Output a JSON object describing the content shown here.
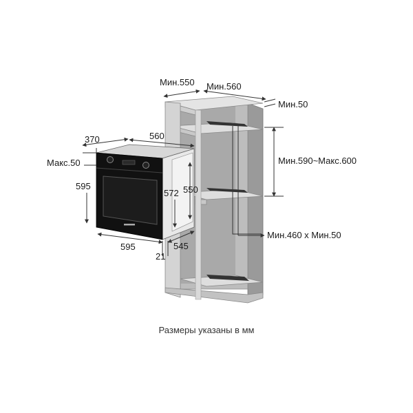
{
  "diagram": {
    "caption": "Размеры указаны в мм",
    "oven": {
      "depth_top": "370",
      "width_top": "560",
      "max_gap": "Макс.50",
      "height_front": "595",
      "height_inner": "572",
      "height_side": "550",
      "width_front": "595",
      "depth_side": "545",
      "panel": "21"
    },
    "cabinet": {
      "depth_min": "Мин.550",
      "width_min": "Мин.560",
      "top_min": "Мин.50",
      "niche_height": "Мин.590~Макс.600",
      "vent": "Мин.460 x Мин.50"
    }
  }
}
